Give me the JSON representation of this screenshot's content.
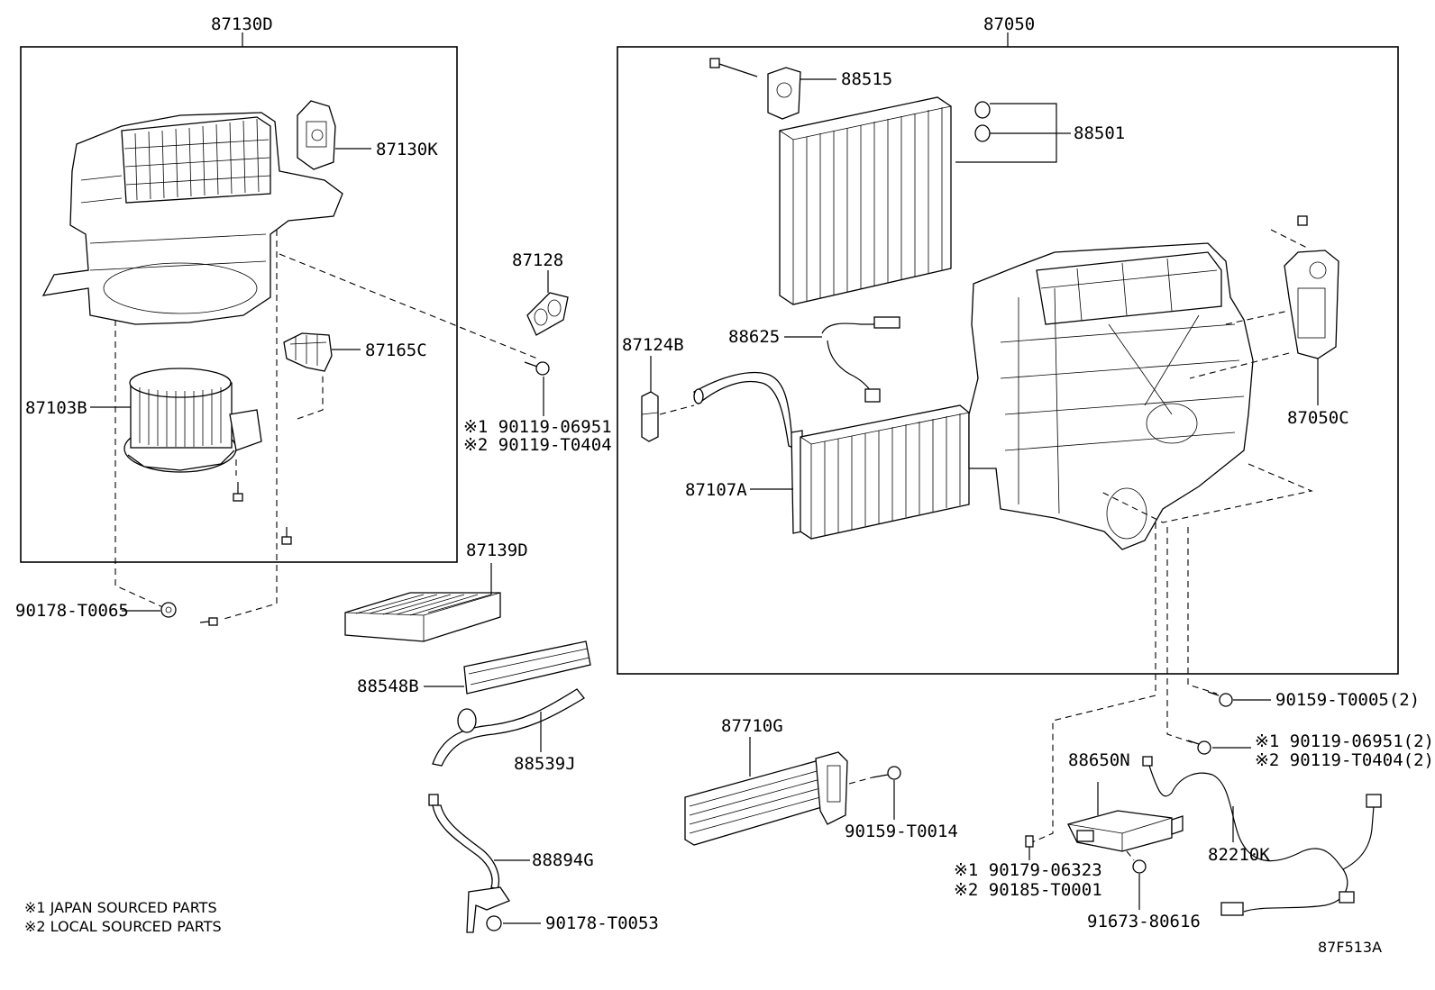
{
  "labels": {
    "l_87130D": "87130D",
    "l_87050": "87050",
    "l_88515": "88515",
    "l_87130K": "87130K",
    "l_88501": "88501",
    "l_87128": "87128",
    "l_87165C": "87165C",
    "l_87124B": "87124B",
    "l_88625": "88625",
    "l_87103B": "87103B",
    "l_87050C": "87050C",
    "l_90119_06951": "※1 90119-06951",
    "l_90119_T0404": "※2 90119-T0404",
    "l_87107A": "87107A",
    "l_87139D": "87139D",
    "l_90178_T0065": "90178-T0065",
    "l_88548B": "88548B",
    "l_90159_T0005": "90159-T0005(2)",
    "l_87710G": "87710G",
    "l_88539J": "88539J",
    "l_90119_06951_2": "※1 90119-06951(2)",
    "l_90119_T0404_2": "※2 90119-T0404(2)",
    "l_88650N": "88650N",
    "l_90159_T0014": "90159-T0014",
    "l_88894G": "88894G",
    "l_82210K": "82210K",
    "l_90179_06323": "※1 90179-06323",
    "l_90185_T0001": "※2 90185-T0001",
    "l_91673_80616": "91673-80616",
    "l_90178_T0053": "90178-T0053",
    "l_code": "87F513A"
  },
  "notes": {
    "note1": "※1 JAPAN SOURCED PARTS",
    "note2": "※2 LOCAL SOURCED PARTS"
  }
}
